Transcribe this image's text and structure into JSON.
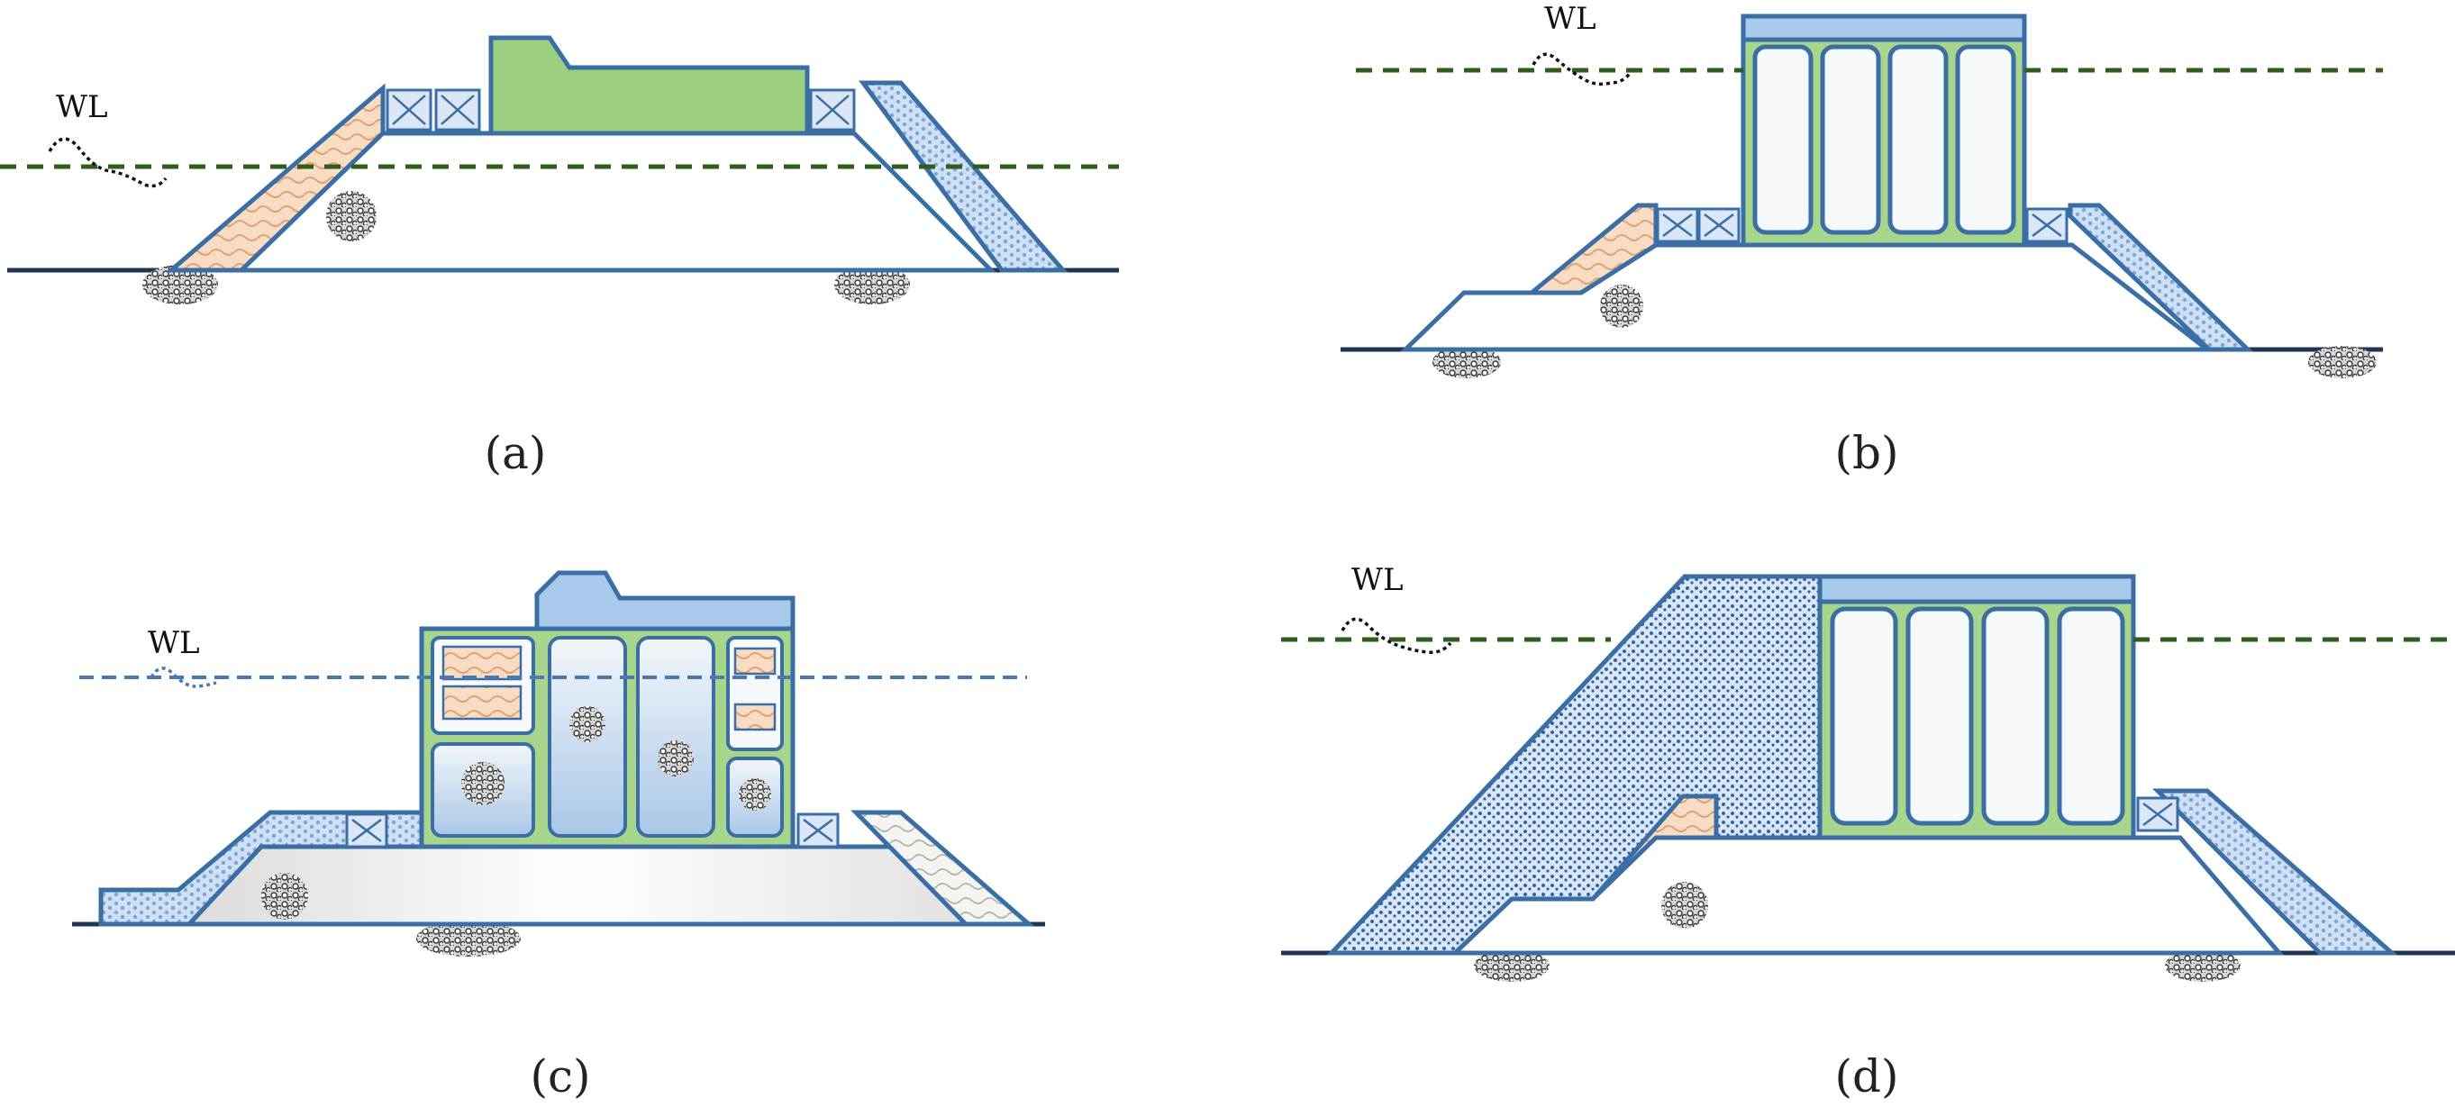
{
  "panels": [
    {
      "id": "a",
      "caption": "(a)",
      "water_label": "WL"
    },
    {
      "id": "b",
      "caption": "(b)",
      "water_label": "WL"
    },
    {
      "id": "c",
      "caption": "(c)",
      "water_label": "WL"
    },
    {
      "id": "d",
      "caption": "(d)",
      "water_label": "WL"
    }
  ],
  "colors": {
    "outline": "#3a6ea5",
    "ground": "#1f3552",
    "fill_green": "#9bcf7f",
    "caisson_green": "#a8d58c",
    "cap_blue": "#a9c9ec",
    "cell_fill": "#f7fafd",
    "armor_blue": "#c9dcf3",
    "armor_orange": "#f5cfae",
    "water_green": "#2e5d1e",
    "water_blue": "#4a78b0",
    "rubble": "#555555"
  }
}
